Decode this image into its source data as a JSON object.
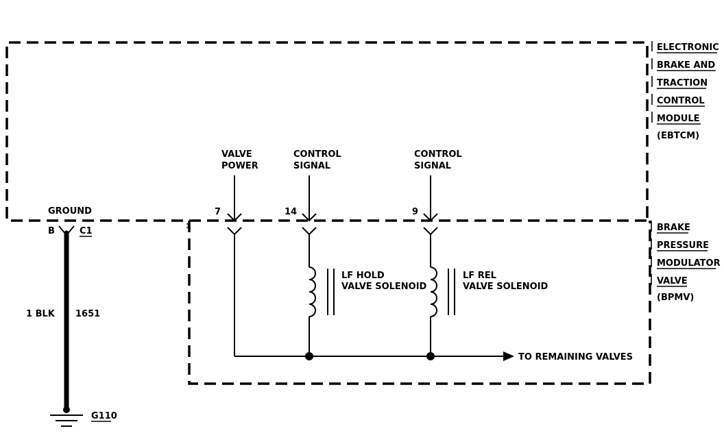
{
  "ebtcm_label": [
    "ELECTRONIC",
    "BRAKE AND",
    "TRACTION",
    "CONTROL",
    "MODULE",
    "(EBTCM)"
  ],
  "bpmv_label": [
    "BRAKE",
    "PRESSURE",
    "MODULATOR",
    "VALVE",
    "(BPMV)"
  ],
  "ground": {
    "label": "GROUND",
    "pin": "B",
    "connector": "C1",
    "wire_size_color": "1 BLK",
    "circuit": "1651",
    "ground_point": "G110"
  },
  "terminals": [
    {
      "pin": "7",
      "label": [
        "VALVE",
        "POWER"
      ]
    },
    {
      "pin": "14",
      "label": [
        "CONTROL",
        "SIGNAL"
      ]
    },
    {
      "pin": "9",
      "label": [
        "CONTROL",
        "SIGNAL"
      ]
    }
  ],
  "solenoids": [
    {
      "label": [
        "LF HOLD",
        "VALVE SOLENOID"
      ]
    },
    {
      "label": [
        "LF REL",
        "VALVE SOLENOID"
      ]
    }
  ],
  "bpmv_pin_mark": "1",
  "remaining": "TO REMAINING VALVES"
}
